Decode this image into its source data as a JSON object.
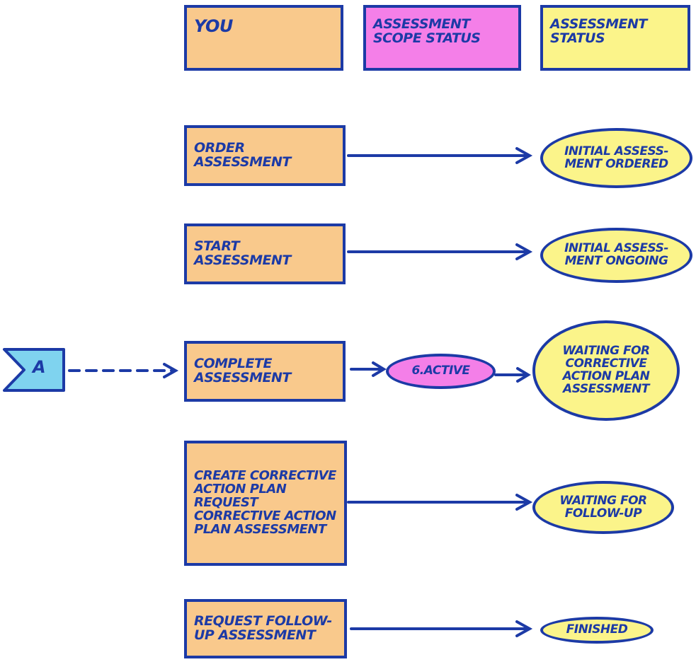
{
  "headers": {
    "you": "You",
    "scope_status": "Assessment Scope Status",
    "assessment_status": "Assessment Status"
  },
  "steps": [
    {
      "action": "Order Assessment",
      "status": "Initial Assess-ment ordered"
    },
    {
      "action": "Start Assessment",
      "status": "Initial Assess-ment ongoing"
    },
    {
      "action": "Complete Assessment",
      "scope": "6.Active",
      "status": "Waiting for Corrective Action Plan Assessment"
    },
    {
      "action": "Create Corrective Action Plan Request Corrective Action Plan Assessment",
      "status": "Waiting for Follow-up"
    },
    {
      "action": "Request Follow-up Assessment",
      "status": "Finished"
    }
  ],
  "connector": {
    "label": "A"
  },
  "colors": {
    "ink": "#1c3aa6",
    "you": "#f9c98c",
    "scope": "#f47fe8",
    "status": "#fbf48a",
    "connector": "#7fd3ef"
  }
}
